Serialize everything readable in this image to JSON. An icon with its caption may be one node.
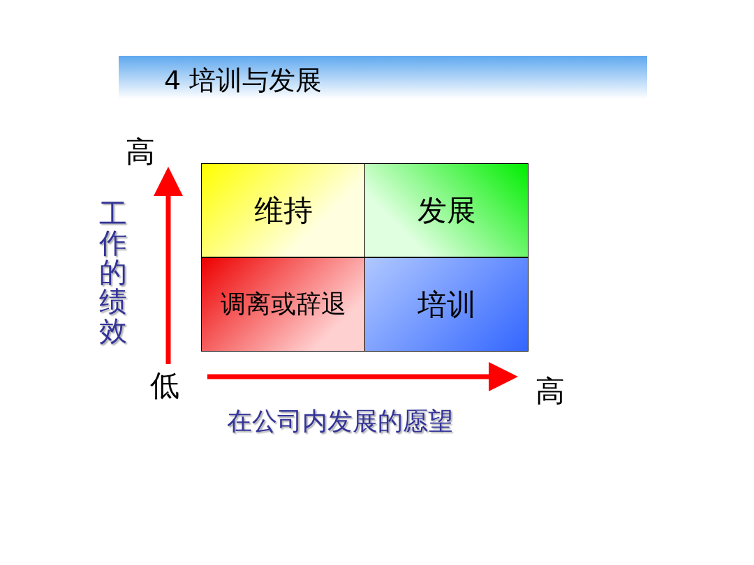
{
  "diagram": {
    "title": "4 培训与发展",
    "nodes": [
      {
        "text": [
          "维持"
        ]
      },
      {
        "text": [
          "发展"
        ]
      },
      {
        "text": [
          "调离或辞退"
        ]
      },
      {
        "text": [
          "培训"
        ]
      }
    ],
    "labels": [
      "高",
      "工作的绩效",
      "低",
      "高",
      "在公司内发展的愿望"
    ]
  }
}
